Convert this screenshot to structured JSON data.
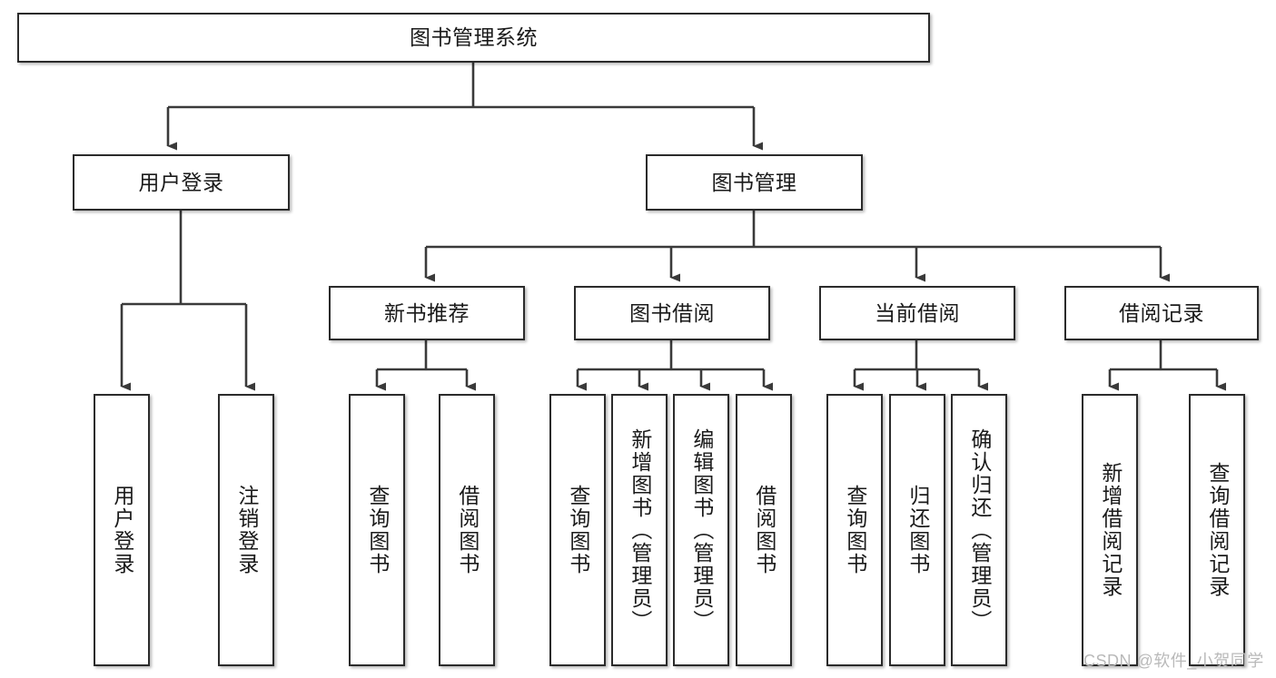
{
  "diagram": {
    "title": "图书管理系统",
    "type": "hierarchy-tree",
    "watermark": "CSDN @软件_小贺同学",
    "colors": {
      "box_border": "#2b2b2b",
      "box_fill": "#ffffff",
      "connector": "#3a3a3a",
      "text": "#1a1a1a",
      "watermark": "#b9b9b9"
    },
    "levels": {
      "root": "图书管理系统",
      "level2": [
        "用户登录",
        "图书管理"
      ],
      "level3": [
        "新书推荐",
        "图书借阅",
        "当前借阅",
        "借阅记录"
      ]
    },
    "nodes": {
      "root": {
        "label": "图书管理系统"
      },
      "user_login": {
        "label": "用户登录"
      },
      "book_manage": {
        "label": "图书管理"
      },
      "new_book_rec": {
        "label": "新书推荐"
      },
      "book_borrow": {
        "label": "图书借阅"
      },
      "current_borrow": {
        "label": "当前借阅"
      },
      "borrow_record": {
        "label": "借阅记录"
      },
      "leaf_user_login": {
        "label": "用户登录"
      },
      "leaf_logout": {
        "label": "注销登录"
      },
      "leaf_query_book_1": {
        "label": "查询图书"
      },
      "leaf_borrow_book_1": {
        "label": "借阅图书"
      },
      "leaf_query_book_2": {
        "label": "查询图书"
      },
      "leaf_add_book_admin": {
        "label": "新增图书（管理员）"
      },
      "leaf_edit_book_admin": {
        "label": "编辑图书（管理员）"
      },
      "leaf_borrow_book_2": {
        "label": "借阅图书"
      },
      "leaf_query_book_3": {
        "label": "查询图书"
      },
      "leaf_return_book": {
        "label": "归还图书"
      },
      "leaf_confirm_return_admin": {
        "label": "确认归还（管理员）"
      },
      "leaf_add_borrow_record": {
        "label": "新增借阅记录"
      },
      "leaf_query_borrow_record": {
        "label": "查询借阅记录"
      }
    },
    "edges": [
      {
        "from": "root",
        "to": "user_login"
      },
      {
        "from": "root",
        "to": "book_manage"
      },
      {
        "from": "user_login",
        "to": "leaf_user_login"
      },
      {
        "from": "user_login",
        "to": "leaf_logout"
      },
      {
        "from": "book_manage",
        "to": "new_book_rec"
      },
      {
        "from": "book_manage",
        "to": "book_borrow"
      },
      {
        "from": "book_manage",
        "to": "current_borrow"
      },
      {
        "from": "book_manage",
        "to": "borrow_record"
      },
      {
        "from": "new_book_rec",
        "to": "leaf_query_book_1"
      },
      {
        "from": "new_book_rec",
        "to": "leaf_borrow_book_1"
      },
      {
        "from": "book_borrow",
        "to": "leaf_query_book_2"
      },
      {
        "from": "book_borrow",
        "to": "leaf_add_book_admin"
      },
      {
        "from": "book_borrow",
        "to": "leaf_edit_book_admin"
      },
      {
        "from": "book_borrow",
        "to": "leaf_borrow_book_2"
      },
      {
        "from": "current_borrow",
        "to": "leaf_query_book_3"
      },
      {
        "from": "current_borrow",
        "to": "leaf_return_book"
      },
      {
        "from": "current_borrow",
        "to": "leaf_confirm_return_admin"
      },
      {
        "from": "borrow_record",
        "to": "leaf_add_borrow_record"
      },
      {
        "from": "borrow_record",
        "to": "leaf_query_borrow_record"
      }
    ]
  }
}
